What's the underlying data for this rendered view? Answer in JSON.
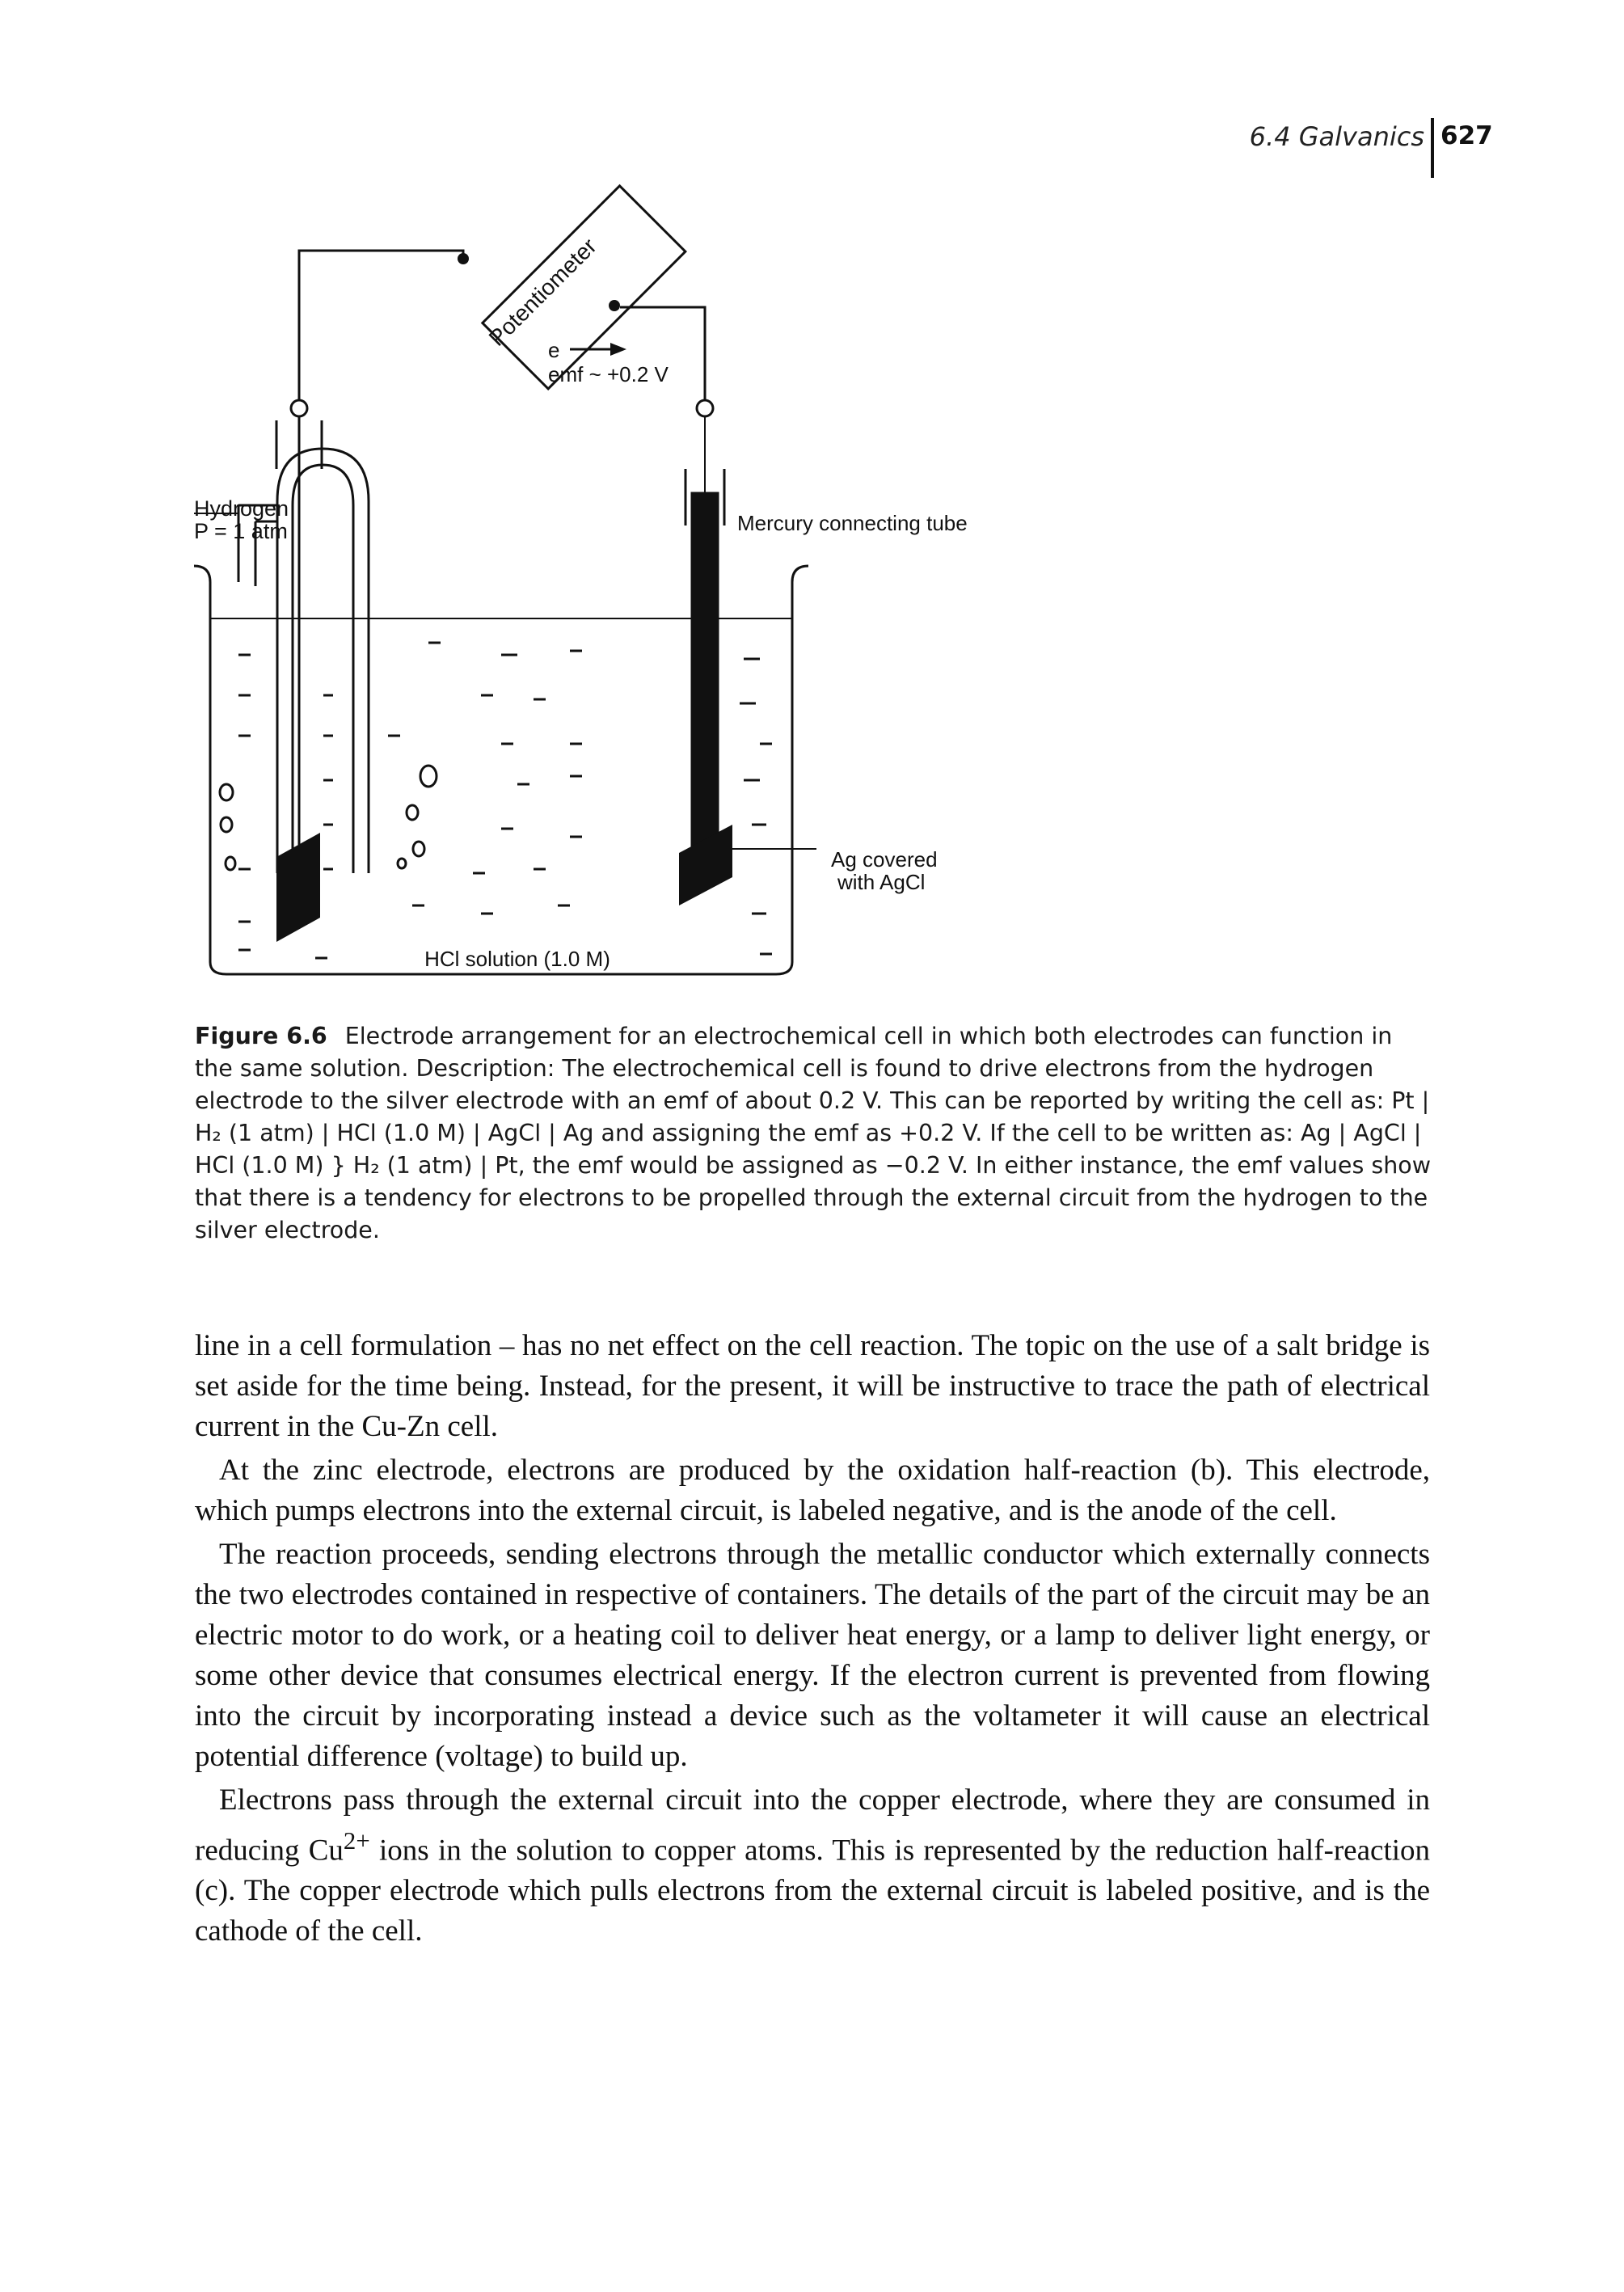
{
  "running_head": {
    "section": "6.4 Galvanics",
    "page_number": "627"
  },
  "figure": {
    "labels": {
      "potentiometer": "Potentiometer",
      "electron": "e",
      "emf": "emf ~ +0.2 V",
      "hydrogen_line1": "Hydrogen",
      "hydrogen_line2": "P = 1 atm",
      "mercury_tube": "Mercury connecting tube",
      "ag_line1": "Ag covered",
      "ag_line2": "with AgCl",
      "solution": "HCl solution (1.0 M)"
    },
    "caption": {
      "label": "Figure 6.6",
      "text": "Electrode arrangement for an electrochemical cell in which both electrodes can function in the same solution. Description: The electrochemical cell is found to drive electrons from the hydrogen electrode to the silver electrode with an emf of about 0.2 V. This can be reported by writing the cell as: Pt | H₂ (1 atm) | HCl (1.0 M) | AgCl | Ag and assigning the emf as +0.2 V. If the cell to be written as: Ag | AgCl | HCl (1.0 M) } H₂ (1 atm) | Pt, the emf would be assigned as −0.2 V. In either instance, the emf values show that there is a tendency for electrons to be propelled through the external circuit from the hydrogen to the silver electrode."
    }
  },
  "body": {
    "paragraphs": [
      "line in a cell formulation – has no net effect on the cell reaction. The topic on the use of a salt bridge is set aside for the time being. Instead, for the present, it will be instructive to trace the path of electrical current in the Cu-Zn cell.",
      "At the zinc electrode, electrons are produced by the oxidation half-reaction (b). This electrode, which pumps electrons into the external circuit, is labeled negative, and is the anode of the cell.",
      "The reaction proceeds, sending electrons through the metallic conductor which externally connects the two electrodes contained in respective of containers. The details of the part of the circuit may be an electric motor to do work, or a heating coil to deliver heat energy, or a lamp to deliver light energy, or some other device that consumes electrical energy. If the electron current is prevented from flowing into the circuit by incorporating instead a device such as the voltameter it will cause an electrical potential difference (voltage) to build up."
    ],
    "last_paragraph": {
      "before_sup": "Electrons pass through the external circuit into the copper electrode, where they are consumed in reducing Cu",
      "sup": "2+",
      "after_sup": " ions in the solution to copper atoms. This is represented by the reduction half-reaction (c). The copper electrode which pulls electrons from the external circuit is labeled positive, and is the cathode of the cell."
    }
  }
}
